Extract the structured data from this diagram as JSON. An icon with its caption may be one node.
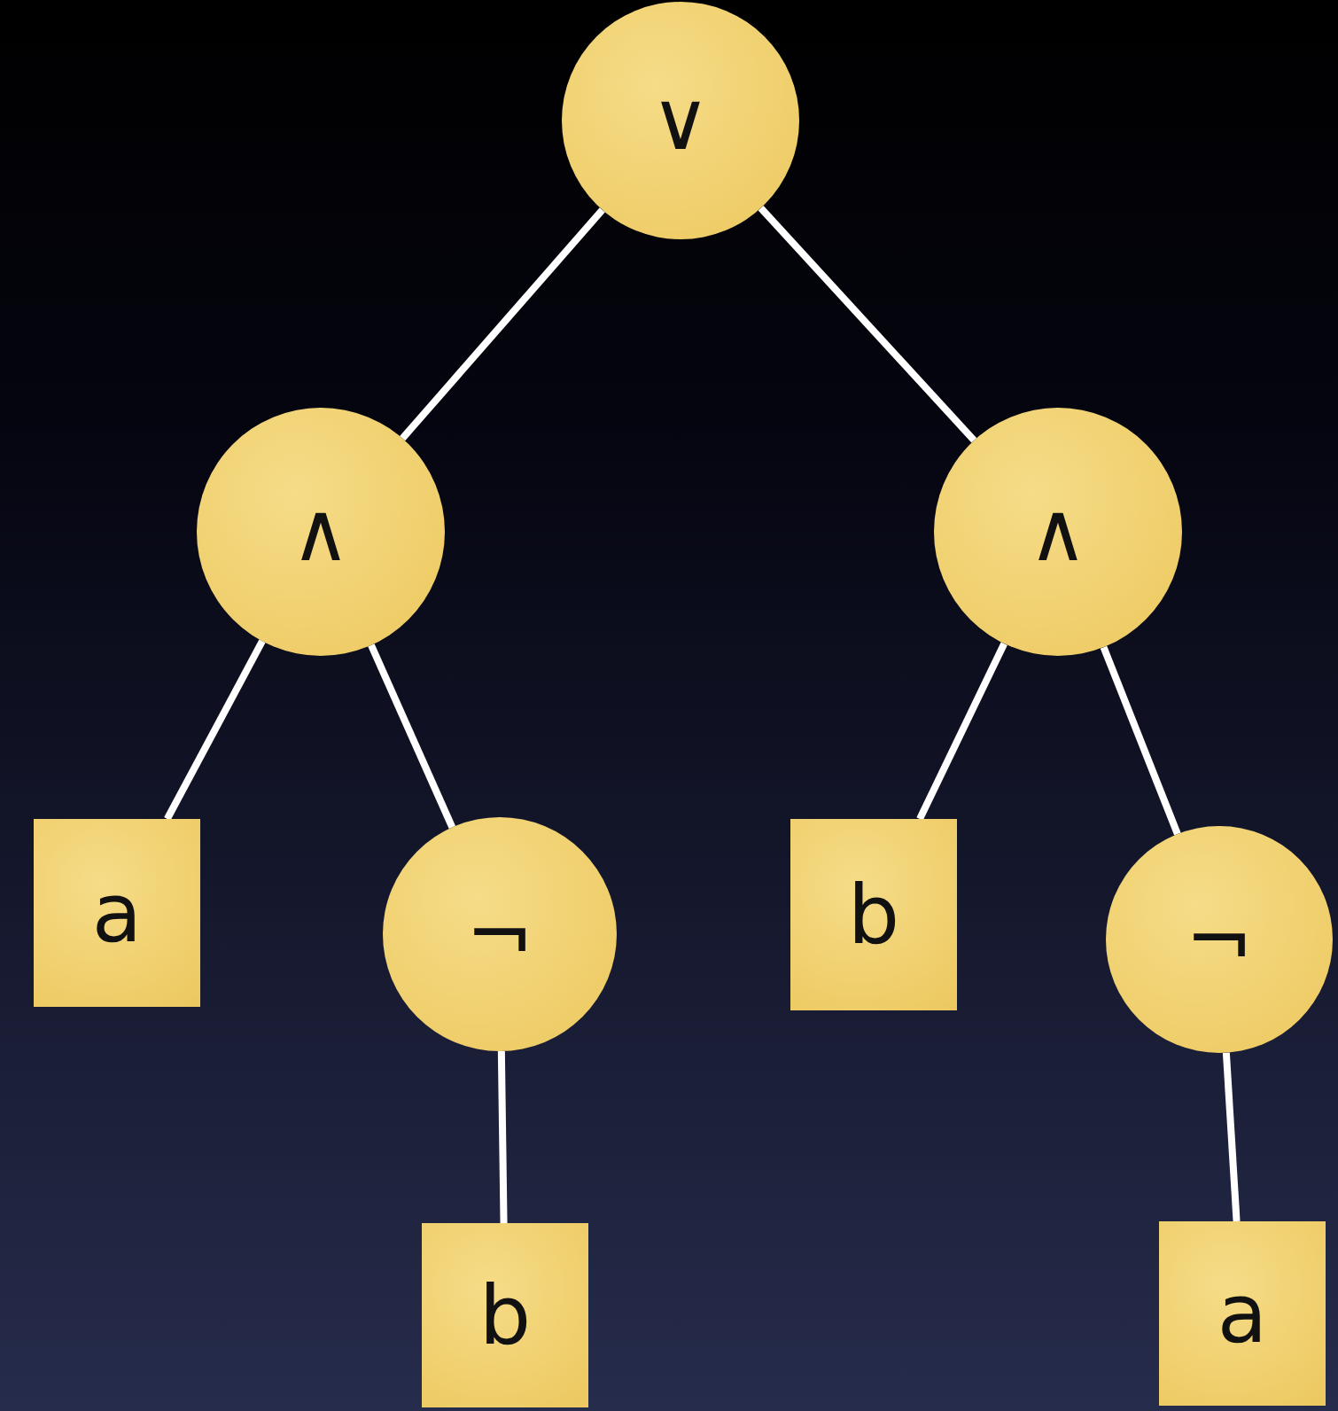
{
  "diagram": {
    "nodes": [
      {
        "text": [
          "∨"
        ]
      },
      {
        "text": [
          "∧"
        ]
      },
      {
        "text": [
          "∧"
        ]
      },
      {
        "text": [
          "a"
        ]
      },
      {
        "text": [
          "¬"
        ]
      },
      {
        "text": [
          "b"
        ]
      },
      {
        "text": [
          "¬"
        ]
      },
      {
        "text": [
          "b"
        ]
      },
      {
        "text": [
          "a"
        ]
      }
    ],
    "edges": [
      {
        "from": 0,
        "to": 1,
        "arrow": "none"
      },
      {
        "from": 0,
        "to": 2,
        "arrow": "none"
      },
      {
        "from": 1,
        "to": 3,
        "arrow": "none"
      },
      {
        "from": 1,
        "to": 4,
        "arrow": "none"
      },
      {
        "from": 2,
        "to": 5,
        "arrow": "none"
      },
      {
        "from": 2,
        "to": 6,
        "arrow": "none"
      },
      {
        "from": 4,
        "to": 7,
        "arrow": "none"
      },
      {
        "from": 6,
        "to": 8,
        "arrow": "none"
      }
    ]
  }
}
